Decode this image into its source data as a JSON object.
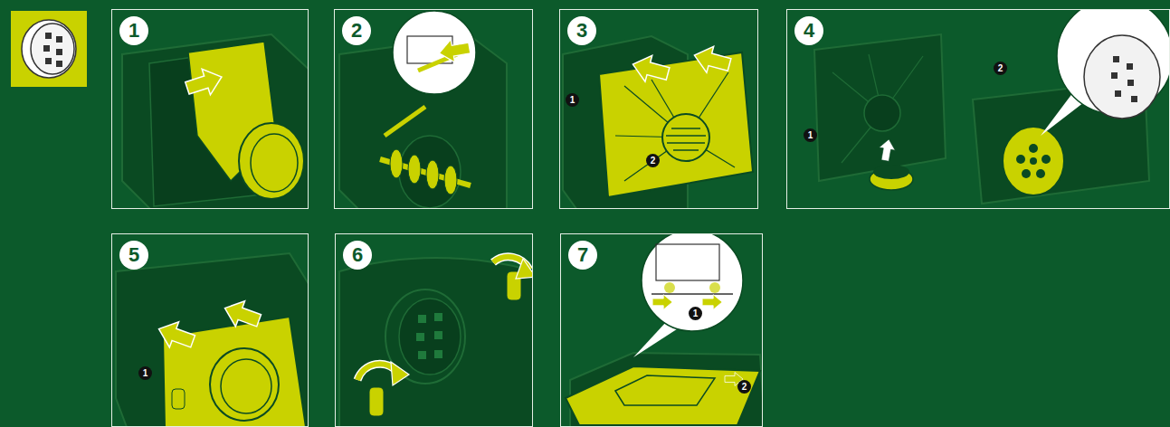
{
  "diagram": {
    "nodes": [
      {
        "text": [
          "1"
        ]
      },
      {
        "text": [
          "2"
        ]
      },
      {
        "text": [
          "3"
        ]
      },
      {
        "text": [
          "4"
        ]
      },
      {
        "text": [
          "5"
        ]
      },
      {
        "text": [
          "6"
        ]
      },
      {
        "text": [
          "7"
        ]
      }
    ],
    "labels": [
      "1",
      "2",
      "1",
      "2",
      "1",
      "1",
      "2"
    ]
  }
}
